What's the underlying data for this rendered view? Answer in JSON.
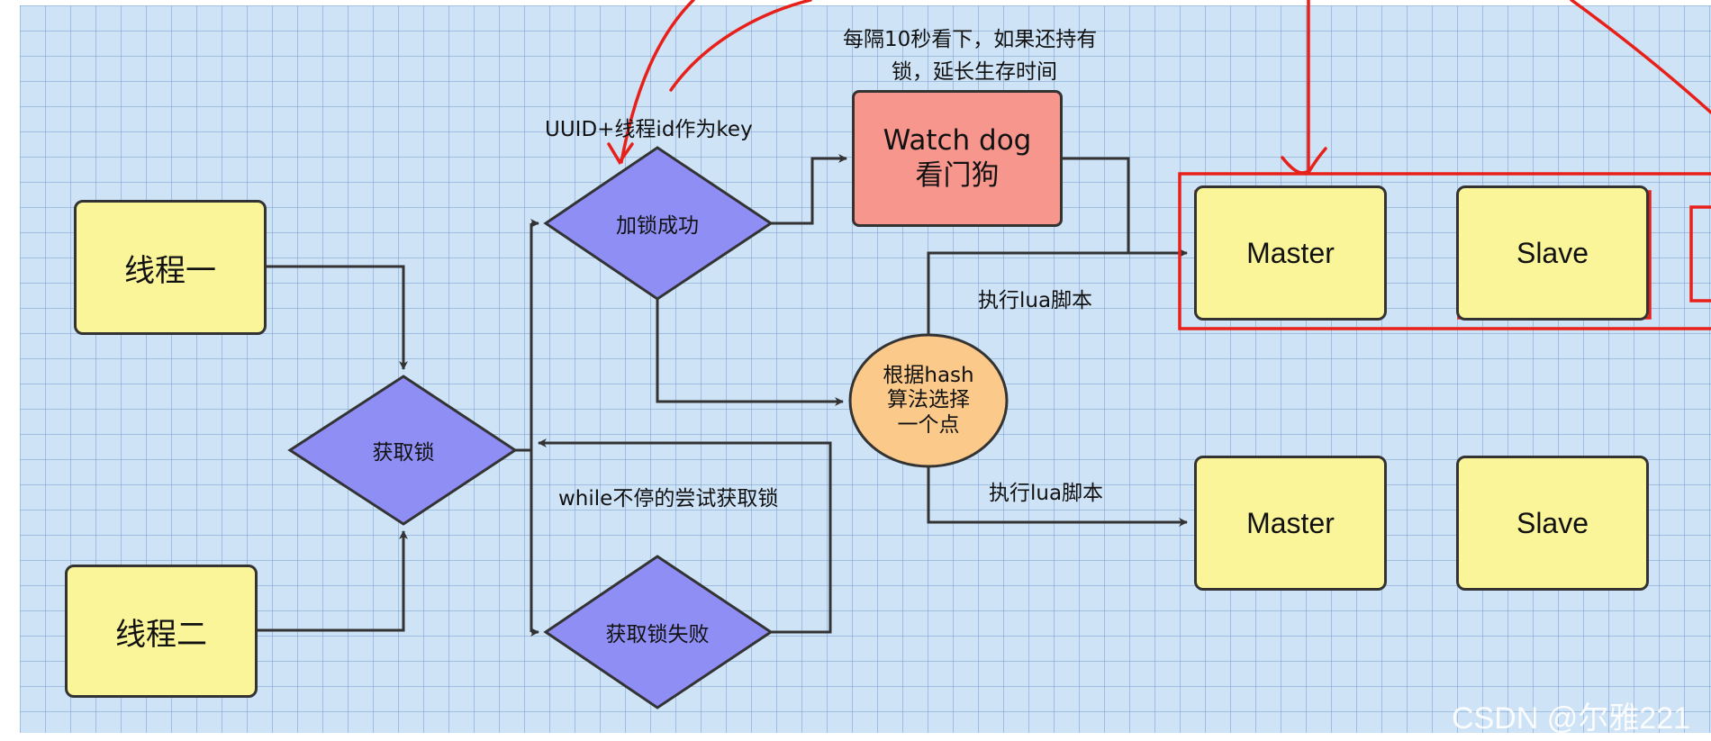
{
  "nodes": {
    "thread1": "线程一",
    "thread2": "线程二",
    "acquire": "获取锁",
    "success": "加锁成功",
    "fail": "获取锁失败",
    "watchdog_line1": "Watch dog",
    "watchdog_line2": "看门狗",
    "hash_line1": "根据hash",
    "hash_line2": "算法选择",
    "hash_line3": "一个点",
    "master1": "Master",
    "slave1": "Slave",
    "master2": "Master",
    "slave2": "Slave"
  },
  "labels": {
    "uuid_key": "UUID+线程id作为key",
    "watchdog_note_line1": "每隔10秒看下，如果还持有",
    "watchdog_note_line2": "锁，延长生存时间",
    "lua_script_1": "执行lua脚本",
    "lua_script_2": "执行lua脚本",
    "retry_loop": "while不停的尝试获取锁"
  },
  "watermark": "CSDN @尔雅221",
  "colors": {
    "background": "#cfe3f7",
    "node_yellow": "#fbf59a",
    "diamond_purple": "#8e8ef5",
    "watchdog_red": "#f6968d",
    "circle_orange": "#fbc98a",
    "annotation_red": "#e8201a",
    "line": "#333333"
  }
}
